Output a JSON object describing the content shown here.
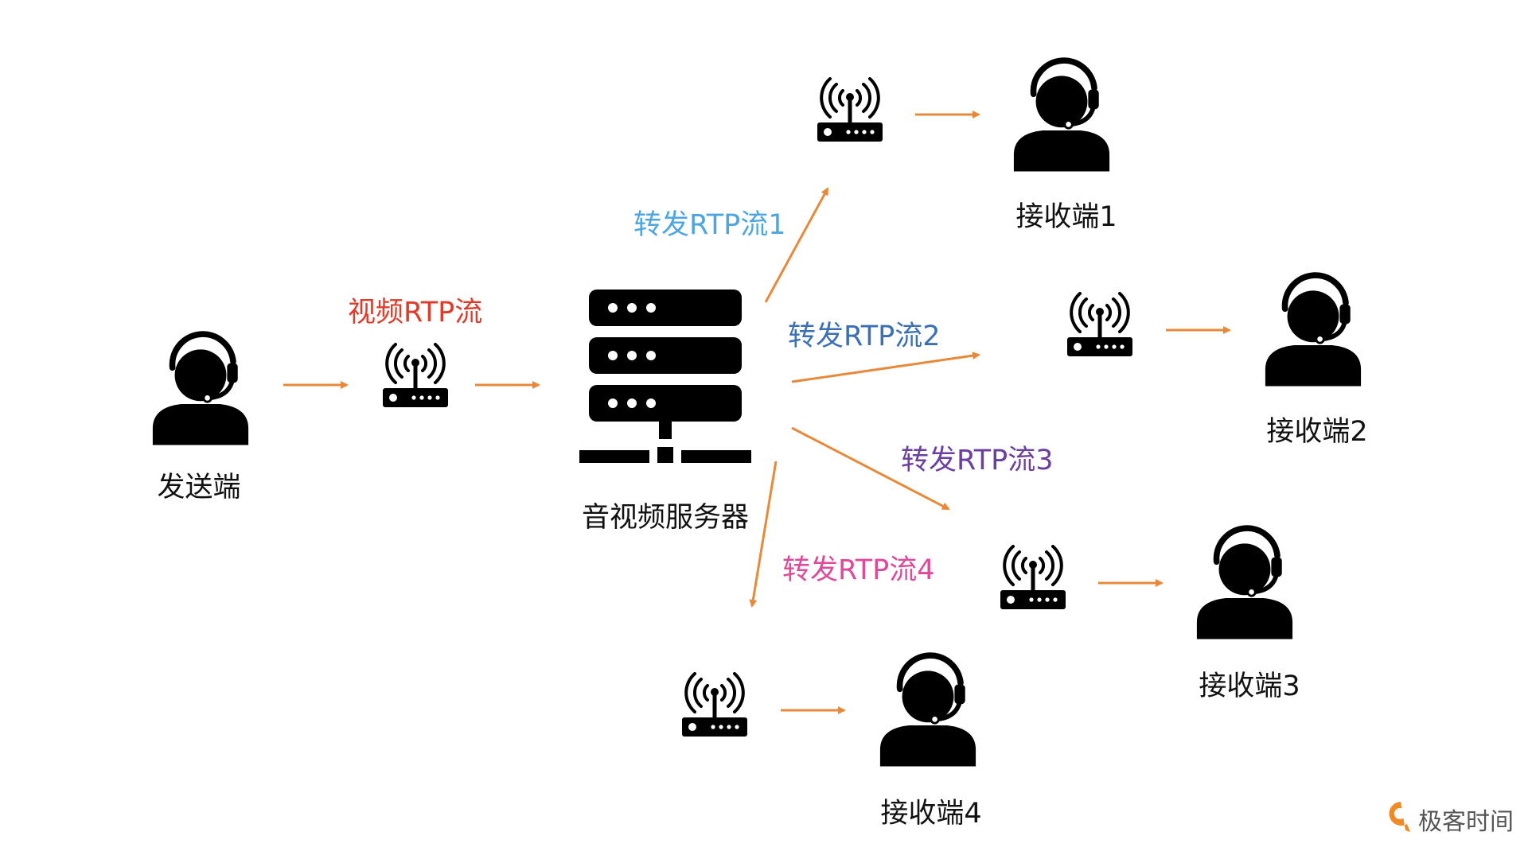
{
  "diagram": {
    "sender_label": "发送端",
    "server_label": "音视频服务器",
    "uplink_stream_label": "视频RTP流",
    "forward_streams": [
      {
        "label": "转发RTP流1",
        "color": "#4da6e0"
      },
      {
        "label": "转发RTP流2",
        "color": "#3b6fb6"
      },
      {
        "label": "转发RTP流3",
        "color": "#6a3fa0"
      },
      {
        "label": "转发RTP流4",
        "color": "#e0489a"
      }
    ],
    "uplink_stream_color": "#e03a2a",
    "receivers": [
      {
        "label": "接收端1"
      },
      {
        "label": "接收端2"
      },
      {
        "label": "接收端3"
      },
      {
        "label": "接收端4"
      }
    ],
    "arrow_color": "#e8893a",
    "icon_color": "#000000"
  },
  "brand": {
    "name": "极客时间",
    "accent_color": "#f08a24"
  }
}
